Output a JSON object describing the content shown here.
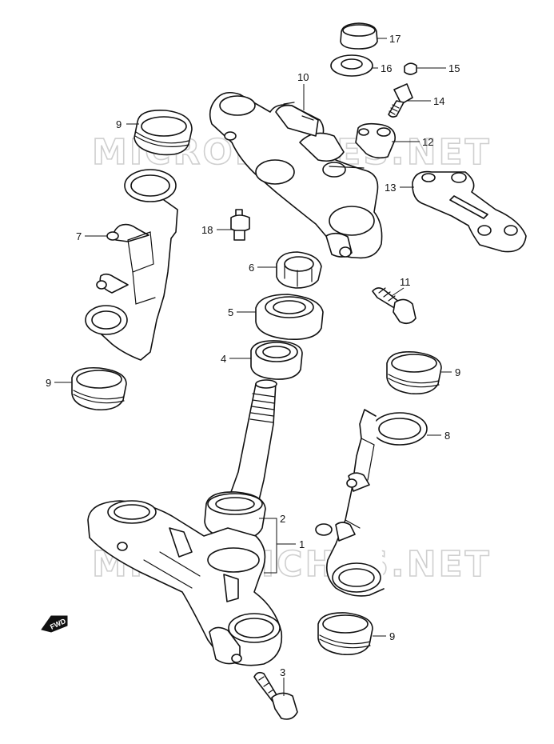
{
  "watermark": {
    "text": "MICROFICHES.NET"
  },
  "fwd_marker": {
    "text": "FWD"
  },
  "callouts": [
    {
      "id": "c17",
      "label": "17"
    },
    {
      "id": "c16",
      "label": "16"
    },
    {
      "id": "c15",
      "label": "15"
    },
    {
      "id": "c14",
      "label": "14"
    },
    {
      "id": "c10",
      "label": "10"
    },
    {
      "id": "c12",
      "label": "12"
    },
    {
      "id": "c13",
      "label": "13"
    },
    {
      "id": "c9a",
      "label": "9"
    },
    {
      "id": "c7",
      "label": "7"
    },
    {
      "id": "c18",
      "label": "18"
    },
    {
      "id": "c6",
      "label": "6"
    },
    {
      "id": "c5",
      "label": "5"
    },
    {
      "id": "c11",
      "label": "11"
    },
    {
      "id": "c4",
      "label": "4"
    },
    {
      "id": "c9b",
      "label": "9"
    },
    {
      "id": "c9c",
      "label": "9"
    },
    {
      "id": "c8",
      "label": "8"
    },
    {
      "id": "c2",
      "label": "2"
    },
    {
      "id": "c1",
      "label": "1"
    },
    {
      "id": "c9d",
      "label": "9"
    },
    {
      "id": "c3",
      "label": "3"
    }
  ]
}
